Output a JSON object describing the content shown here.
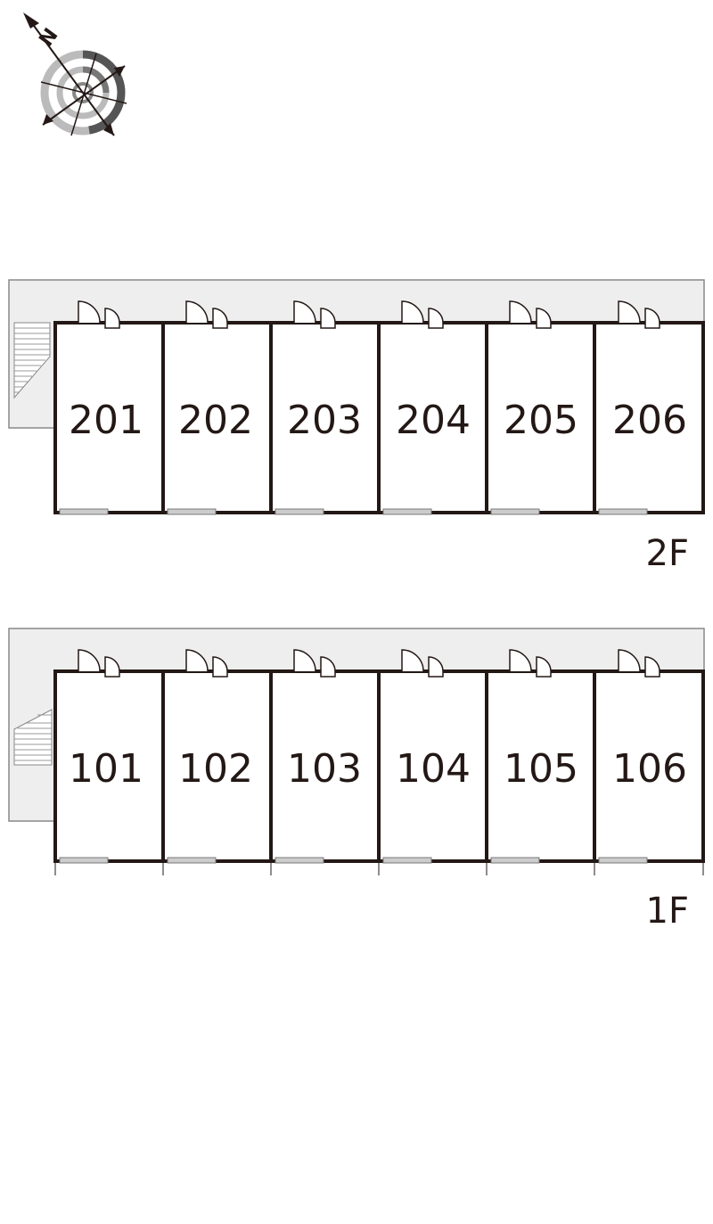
{
  "compass": {
    "icon": "compass-rose-icon",
    "north_label": "N"
  },
  "floors": [
    {
      "label": "2F",
      "units": [
        "201",
        "202",
        "203",
        "204",
        "205",
        "206"
      ]
    },
    {
      "label": "1F",
      "units": [
        "101",
        "102",
        "103",
        "104",
        "105",
        "106"
      ]
    }
  ],
  "colors": {
    "wall": "#231815",
    "corridor": "#eeeeee",
    "corridor_stroke": "#888888",
    "stair": "#ffffff",
    "window": "#cccccc",
    "compass_dark": "#555555",
    "compass_light": "#bbbbbb"
  }
}
